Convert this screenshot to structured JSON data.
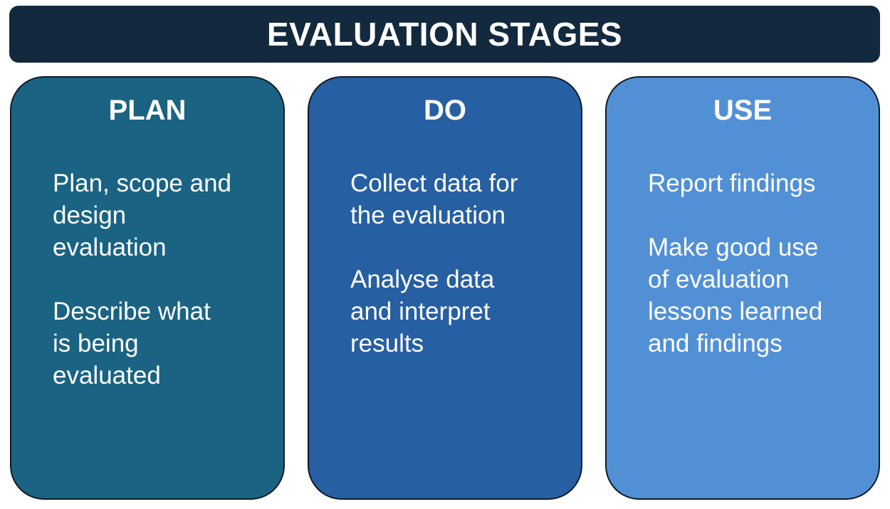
{
  "header": {
    "title": "EVALUATION STAGES",
    "bg_color": "#12293E",
    "text_color": "#FFFFFF"
  },
  "cards": [
    {
      "id": "plan",
      "title": "PLAN",
      "body": "Plan, scope and\ndesign\nevaluation\n\nDescribe what\nis being\nevaluated",
      "bg_color": "#1A6383"
    },
    {
      "id": "do",
      "title": "DO",
      "body": "Collect data for\nthe evaluation\n\nAnalyse data\nand interpret\nresults",
      "bg_color": "#265FA2"
    },
    {
      "id": "use",
      "title": "USE",
      "body": "Report findings\n\nMake good use\nof evaluation\nlessons learned\nand findings",
      "bg_color": "#5290D6"
    }
  ],
  "colors": {
    "page_background": "#FFFFFF",
    "card_border": "#101C28",
    "body_text": "#FFFFFF"
  }
}
